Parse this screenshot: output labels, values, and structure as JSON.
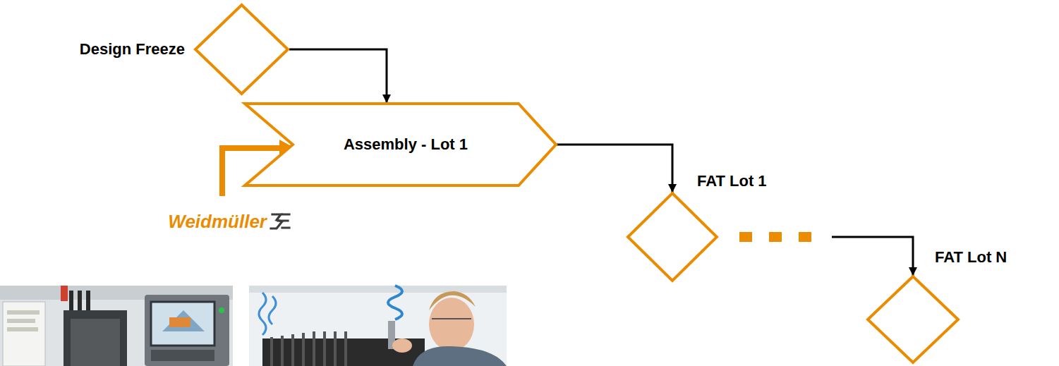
{
  "diagram": {
    "nodes": [
      {
        "text": [
          "Design Freeze"
        ]
      },
      {
        "text": [
          "Assembly - Lot 1"
        ]
      },
      {
        "text": [
          "FAT Lot 1"
        ]
      },
      {
        "text": [
          "FAT Lot N"
        ]
      }
    ],
    "edges": [
      {
        "from": 0,
        "to": 1,
        "arrow": "to"
      },
      {
        "from": 1,
        "to": 2,
        "arrow": "to"
      },
      {
        "from": 2,
        "to": 3,
        "arrow": "to"
      }
    ],
    "labels": [
      "Weidmüller"
    ]
  }
}
